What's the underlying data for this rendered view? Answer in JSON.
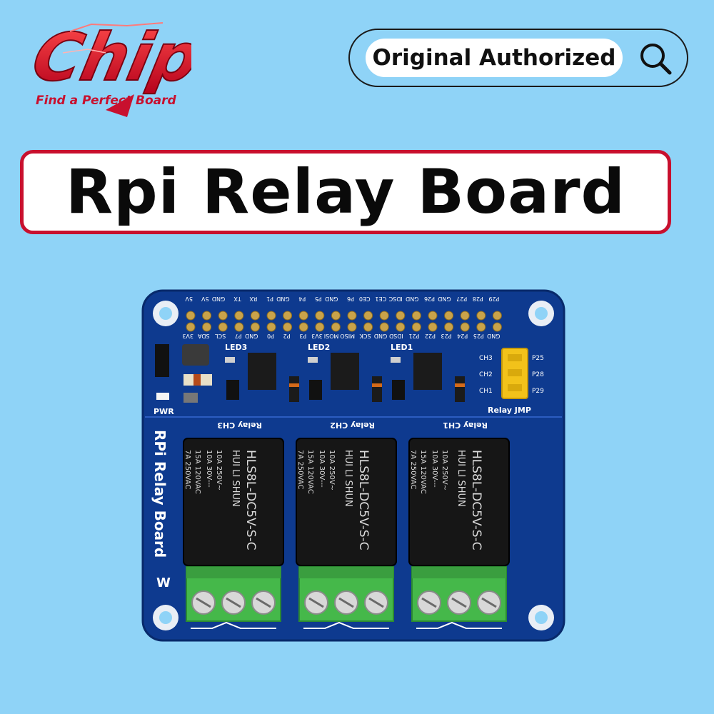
{
  "brand": {
    "name": "Chip",
    "tagline": "Find a Perfect Board",
    "color": "#e01e2e"
  },
  "search": {
    "label": "Original Authorized",
    "icon": "search-icon"
  },
  "title": {
    "text": "Rpi Relay Board",
    "border_color": "#c8102e"
  },
  "board": {
    "color": "#0e3a8f",
    "silkscreen_name": "RPi Relay Board",
    "header_top_labels": [
      "5V",
      "5V",
      "GND",
      "TX",
      "RX",
      "P1",
      "GND",
      "P4",
      "P5",
      "GND",
      "P6",
      "CE0",
      "CE1",
      "IDSC",
      "GND",
      "P26",
      "GND",
      "P27",
      "P28",
      "P29"
    ],
    "header_bottom_labels": [
      "3V3",
      "SDA",
      "SCL",
      "P7",
      "GND",
      "P0",
      "P2",
      "P3",
      "3V3",
      "MOSI",
      "MISO",
      "SCK",
      "GND",
      "IDSD",
      "P21",
      "P22",
      "P23",
      "P24",
      "P25",
      "GND"
    ],
    "leds": [
      "LED3",
      "LED2",
      "LED1"
    ],
    "pwr_label": "PWR",
    "jumper_channels": [
      "CH3",
      "CH2",
      "CH1"
    ],
    "jumper_pins": [
      "P25",
      "P28",
      "P29"
    ],
    "jumper_label": "Relay JMP",
    "relays": [
      {
        "channel": "Relay CH3",
        "model": "HLS8L-DC5V-S-C",
        "maker": "HUI LI SHUN",
        "rating_a": "10A 250V~",
        "rating_b": "10A 30V---",
        "rating_c": "15A 120VAC",
        "rating_d": "7A 250VAC"
      },
      {
        "channel": "Relay CH2",
        "model": "HLS8L-DC5V-S-C",
        "maker": "HUI LI SHUN",
        "rating_a": "10A 250V~",
        "rating_b": "10A 30V---",
        "rating_c": "15A 120VAC",
        "rating_d": "7A 250VAC"
      },
      {
        "channel": "Relay CH1",
        "model": "HLS8L-DC5V-S-C",
        "maker": "HUI LI SHUN",
        "rating_a": "10A 250V~",
        "rating_b": "10A 30V---",
        "rating_c": "15A 120VAC",
        "rating_d": "7A 250VAC"
      }
    ],
    "terminal_color": "#45b84a",
    "jumper_color": "#f2c21a"
  }
}
